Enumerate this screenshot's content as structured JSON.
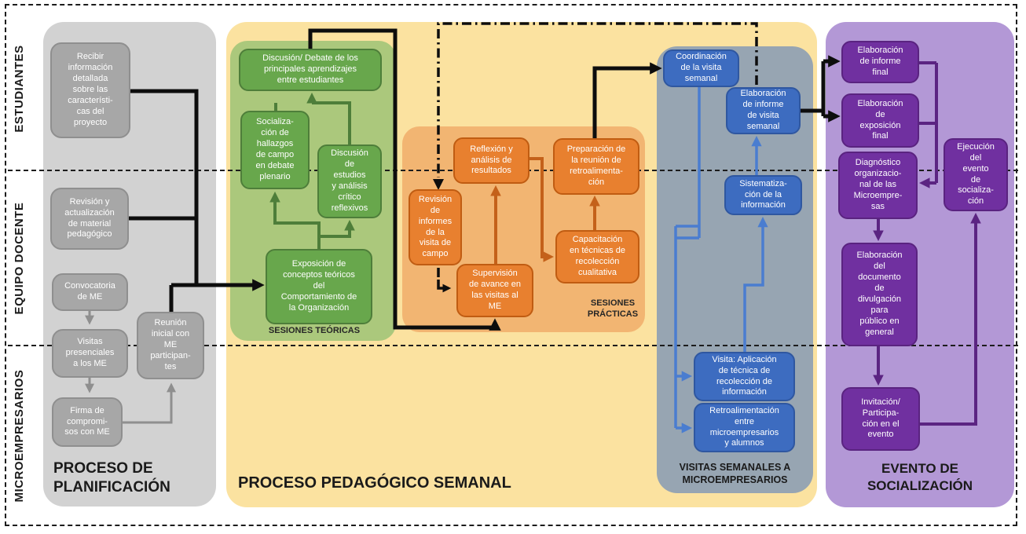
{
  "diagram": {
    "rows": [
      {
        "label": "ESTUDIANTES"
      },
      {
        "label": "EQUIPO DOCENTE"
      },
      {
        "label": "MICROEMPRESARIOS"
      }
    ],
    "planning": {
      "title": "PROCESO DE\nPLANIFICACIÓN",
      "boxes": [
        {
          "id": "recibir-informacion",
          "label": "Recibir\ninformación\ndetallada\nsobre las\ncaracterísti-\ncas del\nproyecto"
        },
        {
          "id": "revision-material",
          "label": "Revisión y\nactualización\nde material\npedagógico"
        },
        {
          "id": "convocatoria-me",
          "label": "Convocatoria\nde ME"
        },
        {
          "id": "visitas-presenciales",
          "label": "Visitas\npresenciales\na los ME"
        },
        {
          "id": "firma-compromisos",
          "label": "Firma de\ncompromi-\nsos con ME"
        },
        {
          "id": "reunion-inicial",
          "label": "Reunión\ninicial con\nME\nparticipan-\ntes"
        }
      ]
    },
    "weekly": {
      "title": "PROCESO PEDAGÓGICO SEMANAL"
    },
    "theory": {
      "label": "SESIONES TEÓRICAS",
      "boxes": [
        {
          "id": "discusion-debate",
          "label": "Discusión/ Debate de los\nprincipales aprendizajes\nentre estudiantes"
        },
        {
          "id": "socializacion-hallazgos",
          "label": "Socializa-\nción de\nhallazgos\nde campo\nen debate\nplenario"
        },
        {
          "id": "discusion-estudios",
          "label": "Discusión\nde\nestudios\ny análisis\ncrítico\nreflexivos"
        },
        {
          "id": "exposicion-conceptos",
          "label": "Exposición de\nconceptos teóricos\ndel\nComportamiento de\nla Organización"
        }
      ]
    },
    "practice": {
      "label": "SESIONES\nPRÁCTICAS",
      "boxes": [
        {
          "id": "reflexion-analisis",
          "label": "Reflexión y\nanálisis de\nresultados"
        },
        {
          "id": "preparacion-reunion",
          "label": "Preparación de\nla reunión de\nretroalimenta-\nción"
        },
        {
          "id": "revision-informes",
          "label": "Revisión\nde\ninformes\nde la\nvisita de\ncampo"
        },
        {
          "id": "supervision-avance",
          "label": "Supervisión\nde avance en\nlas visitas al\nME"
        },
        {
          "id": "capacitacion-tecnicas",
          "label": "Capacitación\nen técnicas de\nrecolección\ncualitativa"
        }
      ]
    },
    "visits": {
      "title": "VISITAS SEMANALES A\nMICROEMPRESARIOS",
      "boxes": [
        {
          "id": "coordinacion-visita",
          "label": "Coordinación\nde la visita\nsemanal"
        },
        {
          "id": "elaboracion-informe-visita",
          "label": "Elaboración\nde informe\nde visita\nsemanal"
        },
        {
          "id": "sistematizacion",
          "label": "Sistematiza-\nción de la\ninformación"
        },
        {
          "id": "visita-aplicacion",
          "label": "Visita: Aplicación\nde técnica de\nrecolección de\ninformación"
        },
        {
          "id": "retroalimentacion",
          "label": "Retroalimentación\nentre\nmicroempresarios\ny alumnos"
        }
      ]
    },
    "event": {
      "title": "EVENTO DE\nSOCIALIZACIÓN",
      "boxes": [
        {
          "id": "informe-final",
          "label": "Elaboración\nde informe\nfinal"
        },
        {
          "id": "exposicion-final",
          "label": "Elaboración\nde\nexposición\nfinal"
        },
        {
          "id": "diagnostico-organizacional",
          "label": "Diagnóstico\norganizacio-\nnal de las\nMicroempre-\nsas"
        },
        {
          "id": "ejecucion-evento",
          "label": "Ejecución\ndel\nevento\nde\nsocializa-\nción"
        },
        {
          "id": "documento-divulgacion",
          "label": "Elaboración\ndel\ndocumento\nde\ndivulgación\npara\npúblico en\ngeneral"
        },
        {
          "id": "invitacion-participacion",
          "label": "Invitación/\nParticipa-\nción en el\nevento"
        }
      ]
    },
    "colors": {
      "gray_panel": "#d2d2d2",
      "gray_box": "#a7a7a7",
      "yellow_panel": "#fbe2a0",
      "green_panel": "#abc87c",
      "green_box": "#68a74c",
      "orange_panel": "#f2b572",
      "orange_box": "#e8802f",
      "slate_panel": "#97a5b2",
      "blue_box": "#3d6cc0",
      "blue_line": "#4a7dd0",
      "purple_panel": "#b398d6",
      "purple_box": "#7030a0",
      "purple_line": "#5b2482",
      "black_line": "#0d0d0d"
    }
  }
}
